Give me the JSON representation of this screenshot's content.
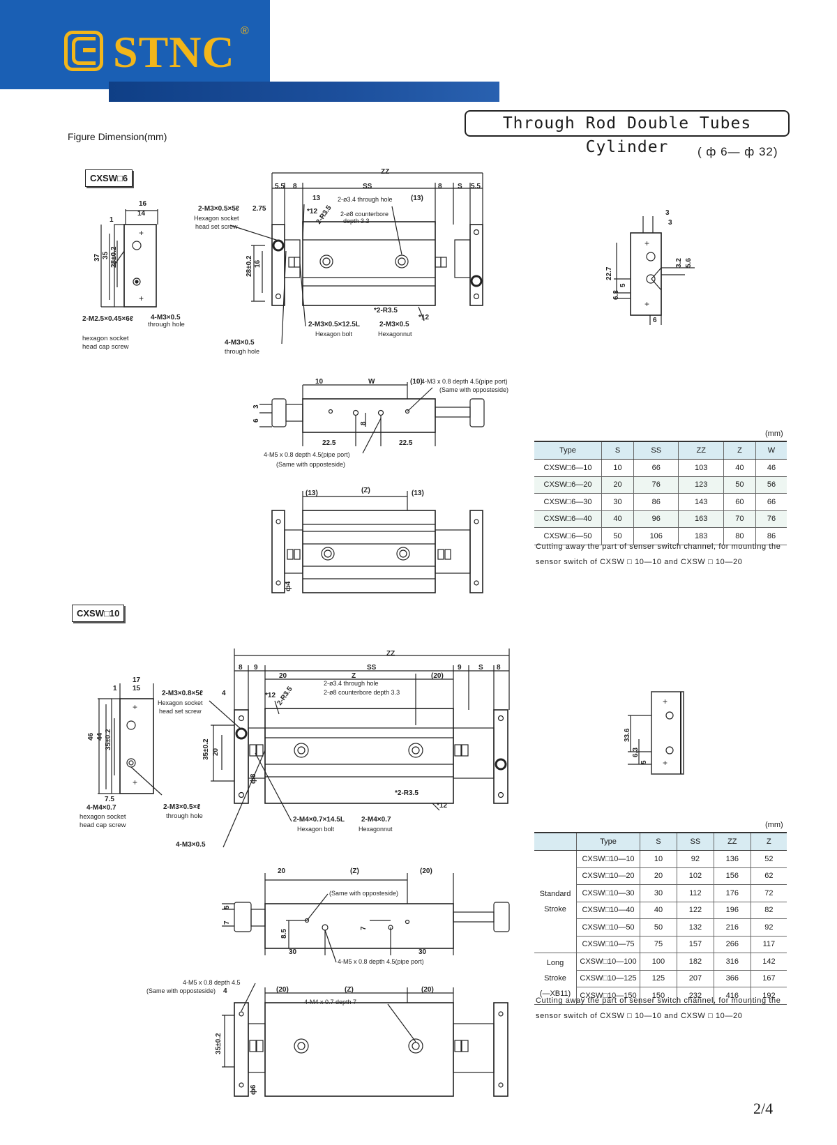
{
  "header": {
    "brand": "STNC",
    "reg_mark": "®",
    "colors": {
      "brand_blue": "#1a5fb4",
      "logo_gold": "#f2b61a",
      "bar_blue": "#0f3f86"
    }
  },
  "title": "Through Rod Double Tubes Cylinder",
  "subtitle": "( ф 6— ф 32)",
  "figure_label": "Figure Dimension(mm)",
  "sections": [
    {
      "model": "CXSW□6",
      "drawing_labels": {
        "zz": "ZZ",
        "ss": "SS",
        "w": "W",
        "s": "S",
        "d55": "5.5",
        "d8": "8",
        "d13": "13",
        "d13p": "(13)",
        "d16": "16",
        "d14": "14",
        "d1": "1",
        "d37": "37",
        "d35": "35",
        "d28": "28±0.2",
        "d275": "2.75",
        "d12": "*12",
        "r35": "2-R3.5",
        "thru": "2-ø3.4 through hole",
        "cbore": "2-ø8 counterbore",
        "depth": "depth 3.3",
        "m3x05x5": "2-M3×0.5×5ℓ",
        "hexsock": "Hexagon socket",
        "headset": "head set screw",
        "m25": "2-M2.5×0.45×6ℓ",
        "m3x05": "4-M3×0.5",
        "throughhole": "through hole",
        "hexcap1": "hexagon socket",
        "hexcap2": "head cap screw",
        "bolt": "2-M3×0.5×12.5L",
        "nut": "2-M3×0.5",
        "hexbolt": "Hexagon bolt",
        "hexnut": "Hexagonnut",
        "r35b": "*2-R3.5",
        "d12b": "*12",
        "m3b": "4-M3×0.5",
        "thb": "through hole",
        "d10": "10",
        "d10p": "(10)",
        "port": "4-M3 x 0.8 depth 4.5(pipe port)",
        "same": "(Same with opposteside)",
        "d3": "3",
        "d6": "6",
        "d225": "22.5",
        "d8b": "8",
        "m5port": "4-M5 x 0.8 depth 4.5(pipe port)",
        "same2": "(Same with opposteside)",
        "z13": "(13)",
        "zz2": "(Z)",
        "z13b": "(13)",
        "phi4": "ф4",
        "e3": "3",
        "e3b": "3",
        "e227": "22.7",
        "e63": "6.3",
        "e5": "5",
        "e32": "3.2",
        "e56": "5.6",
        "e6": "6"
      },
      "table": {
        "unit": "(mm)",
        "headers": [
          "Type",
          "S",
          "SS",
          "ZZ",
          "Z",
          "W"
        ],
        "rows": [
          [
            "CXSW□6—10",
            "10",
            "66",
            "103",
            "40",
            "46"
          ],
          [
            "CXSW□6—20",
            "20",
            "76",
            "123",
            "50",
            "56"
          ],
          [
            "CXSW□6—30",
            "30",
            "86",
            "143",
            "60",
            "66"
          ],
          [
            "CXSW□6—40",
            "40",
            "96",
            "163",
            "70",
            "76"
          ],
          [
            "CXSW□6—50",
            "50",
            "106",
            "183",
            "80",
            "86"
          ]
        ],
        "note_line1": "Cutting away the part of senser switch channel, for mounting the",
        "note_line2": "sensor switch of CXSW □ 10—10 and CXSW □ 10—20"
      }
    },
    {
      "model": "CXSW□10",
      "drawing_labels": {
        "zz": "ZZ",
        "ss": "SS",
        "z": "Z",
        "s": "S",
        "d8": "8",
        "d9": "9",
        "d20": "20",
        "d20p": "(20)",
        "d17": "17",
        "d15": "15",
        "d1": "1",
        "d46": "46",
        "d44": "44",
        "d35": "35±0.2",
        "d4": "4",
        "d12": "*12",
        "r35": "2-R3.5",
        "thru": "2-ø3.4 through hole",
        "cbore": "2-ø8 counterbore depth 3.3",
        "m3x08": "2-M3×0.8×5ℓ",
        "hexsock": "Hexagon socket",
        "headset": "head set screw",
        "d35b": "35±0.2",
        "d20b": "20",
        "phi8": "ф8",
        "d75": "7.5",
        "m4": "4-M4×0.7",
        "hexcap1": "hexagon socket",
        "hexcap2": "head cap screw",
        "m3x05": "2-M3×0.5×ℓ",
        "throughhole": "through hole",
        "r35b": "*2-R3.5",
        "d12b": "*12",
        "bolt": "2-M4×0.7×14.5L",
        "nut": "2-M4×0.7",
        "hexbolt": "Hexagon bolt",
        "hexnut": "Hexagonnut",
        "m3b": "4-M3×0.5",
        "f20": "20",
        "fz": "(Z)",
        "f20p": "(20)",
        "same": "(Same with opposteside)",
        "f5": "5",
        "f7": "7",
        "f85": "8.5",
        "f7b": "7",
        "f30": "30",
        "f30b": "30",
        "m5port": "4-M5 x 0.8 depth 4.5(pipe port)",
        "g1": "4-M5 x 0.8 depth 4.5",
        "g2": "(Same with opposteside)",
        "g4": "4",
        "g20": "(20)",
        "gz": "(Z)",
        "g20b": "(20)",
        "gm4": "4-M4 x 0.7 depth 7",
        "g35": "35±0.2",
        "gphi6": "ф6",
        "e336": "33.6",
        "e63": "6.3",
        "e5": "5"
      },
      "table": {
        "unit": "(mm)",
        "headers": [
          "",
          "Type",
          "S",
          "SS",
          "ZZ",
          "Z"
        ],
        "group_standard": [
          "Standard",
          "Stroke"
        ],
        "group_long": [
          "Long Stroke",
          "(—XB11)"
        ],
        "rows": [
          [
            "CXSW□10—10",
            "10",
            "92",
            "136",
            "52"
          ],
          [
            "CXSW□10—20",
            "20",
            "102",
            "156",
            "62"
          ],
          [
            "CXSW□10—30",
            "30",
            "112",
            "176",
            "72"
          ],
          [
            "CXSW□10—40",
            "40",
            "122",
            "196",
            "82"
          ],
          [
            "CXSW□10—50",
            "50",
            "132",
            "216",
            "92"
          ],
          [
            "CXSW□10—75",
            "75",
            "157",
            "266",
            "117"
          ],
          [
            "CXSW□10—100",
            "100",
            "182",
            "316",
            "142"
          ],
          [
            "CXSW□10—125",
            "125",
            "207",
            "366",
            "167"
          ],
          [
            "CXSW□10—150",
            "150",
            "232",
            "416",
            "192"
          ]
        ],
        "note_line1": "Cutting away the part of senser switch channel, for mounting the",
        "note_line2": "sensor switch of CXSW □ 10—10 and CXSW □ 10—20"
      }
    }
  ],
  "page_number": "2/4"
}
